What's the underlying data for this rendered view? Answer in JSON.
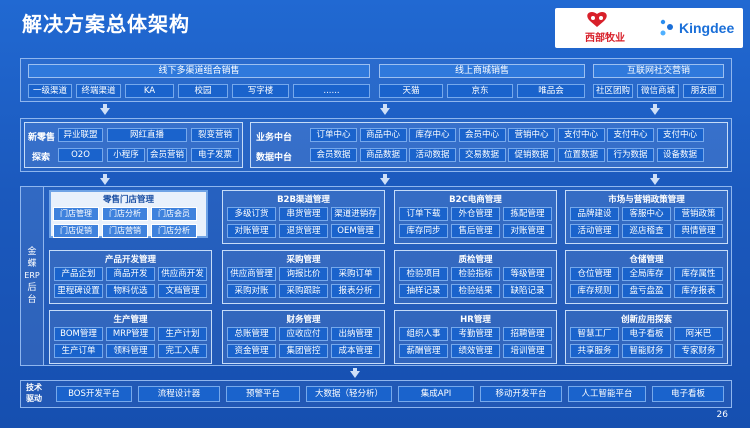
{
  "page": {
    "title": "解决方案总体架构",
    "page_number": "26"
  },
  "logos": {
    "xibu": "西部牧业",
    "kingdee": "Kingdee"
  },
  "channels": {
    "groups": [
      {
        "header": "线下多渠道组合销售",
        "items": [
          "一级渠道",
          "终端渠道",
          "KA",
          "校园",
          "写字楼",
          "......"
        ]
      },
      {
        "header": "线上商城销售",
        "items": [
          "天猫",
          "京东",
          "唯品会"
        ]
      },
      {
        "header": "互联网社交营销",
        "items": [
          "社区团购",
          "微信商城",
          "朋友圈"
        ]
      }
    ]
  },
  "new_retail": {
    "label_line1": "新零售",
    "label_line2": "探索",
    "row1": [
      "异业联盟",
      "网红直播",
      "裂变营销"
    ],
    "row2": [
      "O2O",
      "小程序",
      "会员营销",
      "电子发票"
    ]
  },
  "business_center": {
    "label_line1": "业务中台",
    "label_line2": "数据中台",
    "row1": [
      "订单中心",
      "商品中心",
      "库存中心",
      "会员中心",
      "营销中心",
      "支付中心",
      "支付中心",
      "支付中心"
    ],
    "row2": [
      "会员数据",
      "商品数据",
      "活动数据",
      "交易数据",
      "促销数据",
      "位置数据",
      "行为数据",
      "设备数据"
    ]
  },
  "erp": {
    "side_label": [
      "金",
      "蝶",
      "ERP",
      "后",
      "台"
    ],
    "modules": [
      {
        "title": "零售门店管理",
        "rows": [
          [
            "门店管理",
            "门店分析",
            "门店会员"
          ],
          [
            "门店促销",
            "门店营销",
            "门店分析"
          ]
        ]
      },
      {
        "title": "B2B渠道管理",
        "rows": [
          [
            "多级订货",
            "串货管理",
            "渠道进销存"
          ],
          [
            "对账管理",
            "退货管理",
            "OEM管理"
          ]
        ]
      },
      {
        "title": "B2C电商管理",
        "rows": [
          [
            "订单下载",
            "外仓管理",
            "拣配管理"
          ],
          [
            "库存同步",
            "售后管理",
            "对账管理"
          ]
        ]
      },
      {
        "title": "市场与营销政策管理",
        "rows": [
          [
            "品牌建设",
            "客服中心",
            "营销政策"
          ],
          [
            "活动管理",
            "巡店稽查",
            "舆情管理"
          ]
        ]
      },
      {
        "title": "产品开发管理",
        "rows": [
          [
            "产品企划",
            "商品开发",
            "供应商开发"
          ],
          [
            "里程碑设置",
            "物料优选",
            "文档管理"
          ]
        ]
      },
      {
        "title": "采购管理",
        "rows": [
          [
            "供应商管理",
            "询报比价",
            "采购订单"
          ],
          [
            "采购对账",
            "采购跟踪",
            "报表分析"
          ]
        ]
      },
      {
        "title": "质检管理",
        "rows": [
          [
            "检验项目",
            "检验指标",
            "等级管理"
          ],
          [
            "抽样记录",
            "检验结果",
            "缺陷记录"
          ]
        ]
      },
      {
        "title": "仓储管理",
        "rows": [
          [
            "仓位管理",
            "全局库存",
            "库存属性"
          ],
          [
            "库存规则",
            "盘亏盘盈",
            "库存报表"
          ]
        ]
      },
      {
        "title": "生产管理",
        "rows": [
          [
            "BOM管理",
            "MRP管理",
            "生产计划"
          ],
          [
            "生产订单",
            "领料管理",
            "完工入库"
          ]
        ]
      },
      {
        "title": "财务管理",
        "rows": [
          [
            "总账管理",
            "应收应付",
            "出纳管理"
          ],
          [
            "资金管理",
            "集团管控",
            "成本管理"
          ]
        ]
      },
      {
        "title": "HR管理",
        "rows": [
          [
            "组织人事",
            "考勤管理",
            "招聘管理"
          ],
          [
            "薪酬管理",
            "绩效管理",
            "培训管理"
          ]
        ]
      },
      {
        "title": "创新应用探索",
        "rows": [
          [
            "智慧工厂",
            "电子看板",
            "阿米巴"
          ],
          [
            "共享服务",
            "智能财务",
            "专家财务"
          ]
        ]
      }
    ]
  },
  "tech": {
    "label_line1": "技术",
    "label_line2": "驱动",
    "items": [
      "BOS开发平台",
      "流程设计器",
      "预警平台",
      "大数据（轻分析）",
      "集成API",
      "移动开发平台",
      "人工智能平台",
      "电子看板"
    ]
  },
  "colors": {
    "background": "#1b59bd",
    "chip": "#1a63cc",
    "header": "#2f79dc",
    "highlight": "#e9f1fc"
  }
}
